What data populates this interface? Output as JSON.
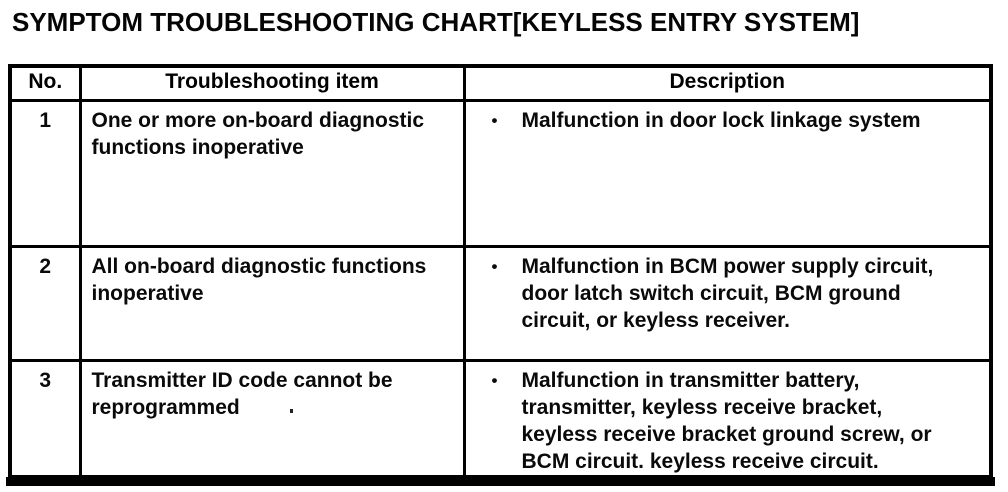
{
  "title": "SYMPTOM TROUBLESHOOTING CHART[KEYLESS ENTRY SYSTEM]",
  "table": {
    "columns": {
      "no": "No.",
      "item": "Troubleshooting item",
      "description": "Description"
    },
    "bullet_glyph": "•",
    "rows": [
      {
        "no": "1",
        "item_lines": [
          "One or more on-board diagnostic",
          "functions inoperative"
        ],
        "desc_lines": [
          "Malfunction in door lock linkage system"
        ]
      },
      {
        "no": "2",
        "item_lines": [
          "All on-board diagnostic functions",
          "inoperative"
        ],
        "desc_lines": [
          "Malfunction in BCM power supply circuit,",
          "door latch switch circuit, BCM ground",
          "circuit, or keyless receiver."
        ]
      },
      {
        "no": "3",
        "item_lines": [
          "Transmitter ID code cannot be",
          "reprogrammed"
        ],
        "desc_lines": [
          "Malfunction in transmitter battery,",
          "transmitter, keyless receive bracket,",
          "keyless receive bracket ground screw, or",
          "BCM circuit. keyless receive circuit."
        ]
      }
    ]
  }
}
